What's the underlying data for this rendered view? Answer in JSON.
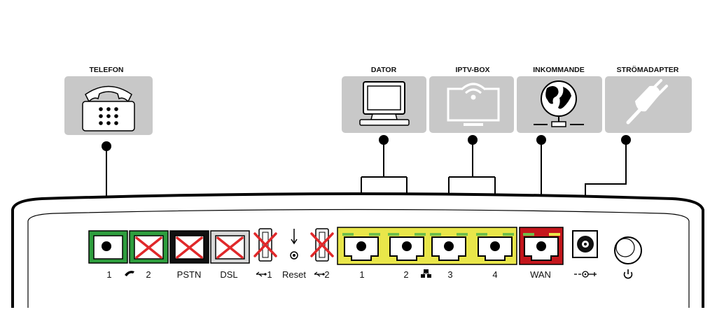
{
  "labels": {
    "telefon": "TELEFON",
    "dator": "DATOR",
    "iptv": "IPTV-BOX",
    "inkommande": "INKOMMANDE",
    "stromadapter": "STRÖMADAPTER"
  },
  "ports": {
    "phone1": "1",
    "phone2": "2",
    "pstn": "PSTN",
    "dsl": "DSL",
    "usb1": "1",
    "reset": "Reset",
    "usb2": "2",
    "lan1": "1",
    "lan2": "2",
    "lan3": "3",
    "lan4": "4",
    "wan": "WAN"
  },
  "colors": {
    "phone_green": "#2e9e3e",
    "lan_yellow": "#e9e64a",
    "wan_red": "#c4161c",
    "cross_red": "#e0282a",
    "tile_gray": "#c8c8c8"
  },
  "icons": [
    "phone-icon",
    "computer-icon",
    "tv-wifi-icon",
    "globe-icon",
    "plug-icon",
    "usb-icon",
    "network-icon",
    "power-icon"
  ]
}
